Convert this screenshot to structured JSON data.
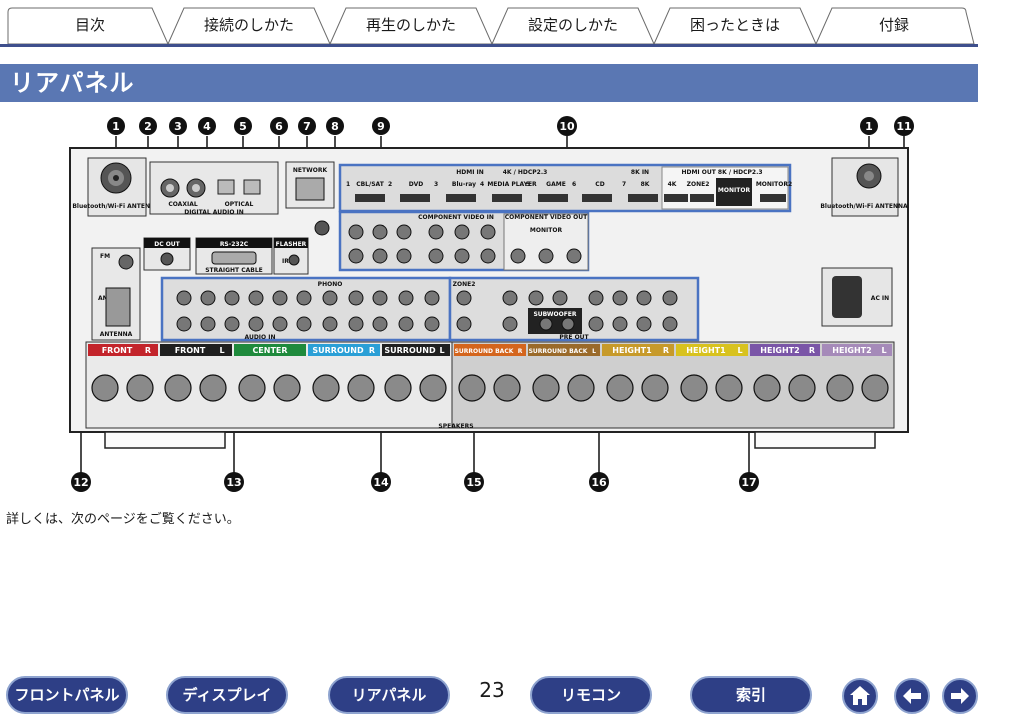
{
  "top_tabs": [
    {
      "label": "目次"
    },
    {
      "label": "接続のしかた"
    },
    {
      "label": "再生のしかた"
    },
    {
      "label": "設定のしかた"
    },
    {
      "label": "困ったときは"
    },
    {
      "label": "付録"
    }
  ],
  "section": {
    "title": "リアパネル"
  },
  "note": "詳しくは、次のページをご覧ください。",
  "callouts": {
    "top": [
      "1",
      "2",
      "3",
      "4",
      "5",
      "6",
      "7",
      "8",
      "9",
      "10",
      "1",
      "11"
    ],
    "bottom": [
      "12",
      "13",
      "14",
      "15",
      "16",
      "17"
    ]
  },
  "panel_labels": {
    "antenna_left": "Bluetooth/Wi-Fi ANTENNA",
    "antenna_right": "Bluetooth/Wi-Fi ANTENNA",
    "network": "NETWORK",
    "hdmi_in": "HDMI IN",
    "hdmi_in_spec": "4K / HDCP2.3",
    "hdmi_in_numbers": [
      "1",
      "2",
      "3",
      "4",
      "5",
      "6",
      "7"
    ],
    "hdmi_in_names": [
      "CBL/SAT",
      "DVD",
      "Blu-ray",
      "MEDIA PLAYER",
      "GAME",
      "CD",
      "8K"
    ],
    "k8_in": "8K IN",
    "hdmi_out": "HDMI OUT 8K / HDCP2.3",
    "hdmi_out_names": [
      "4K",
      "ZONE2",
      "MONITOR",
      "MONITOR2"
    ],
    "coaxial": "COAXIAL",
    "optical": "OPTICAL",
    "digital_audio_in": "DIGITAL AUDIO IN",
    "dc_out": "DC OUT",
    "rs232c": "RS-232C",
    "straight_cable": "STRAIGHT CABLE",
    "flasher_in": "FLASHER",
    "ir": "IR",
    "component_video_in": "COMPONENT VIDEO IN",
    "component_video_out": "COMPONENT VIDEO OUT",
    "monitor": "MONITOR",
    "fm": "FM",
    "am": "AM",
    "antenna": "ANTENNA",
    "audio_in": "AUDIO IN",
    "phono": "PHONO",
    "zone2": "ZONE2",
    "pre_out": "PRE OUT",
    "subwoofer": "SUBWOOFER",
    "ac_in": "AC IN",
    "speakers": "SPEAKERS"
  },
  "speaker_labels": [
    {
      "label": "FRONT",
      "side": "R",
      "color": "#c3242b"
    },
    {
      "label": "FRONT",
      "side": "L",
      "color": "#1f1f1f"
    },
    {
      "label": "CENTER",
      "side": "",
      "color": "#1f8a3c"
    },
    {
      "label": "SURROUND",
      "side": "R",
      "color": "#2a9fd6"
    },
    {
      "label": "SURROUND",
      "side": "L",
      "color": "#1f1f1f"
    },
    {
      "label": "SURROUND BACK",
      "side": "R",
      "color": "#d4651d"
    },
    {
      "label": "SURROUND BACK",
      "side": "L",
      "color": "#9a6a2a"
    },
    {
      "label": "HEIGHT1",
      "side": "R",
      "color": "#c79a2a"
    },
    {
      "label": "HEIGHT1",
      "side": "L",
      "color": "#d8c21e"
    },
    {
      "label": "HEIGHT2",
      "side": "R",
      "color": "#7a55a7"
    },
    {
      "label": "HEIGHT2",
      "side": "L",
      "color": "#a58ab9"
    }
  ],
  "bottom_nav": {
    "front_panel": "フロントパネル",
    "display": "ディスプレイ",
    "rear_panel": "リアパネル",
    "page_number": "23",
    "remote": "リモコン",
    "index": "索引"
  },
  "colors": {
    "accent": "#2e3f86",
    "header_bg": "#5a77b3",
    "highlight_outline": "#4a73c2"
  }
}
